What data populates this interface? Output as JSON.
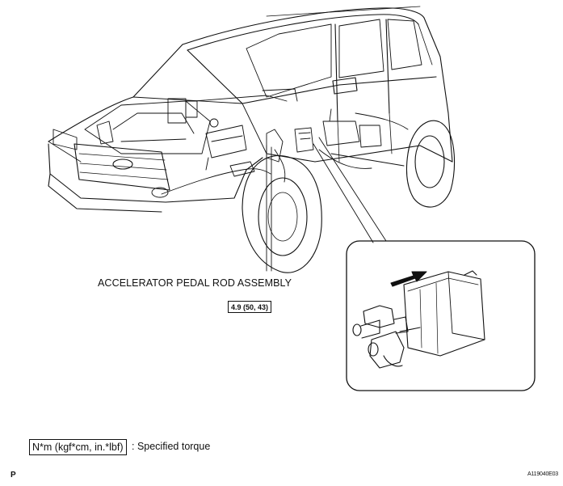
{
  "labels": {
    "part_name": "ACCELERATOR PEDAL ROD ASSEMBLY",
    "torque_value": "4.9 (50, 43)",
    "legend_unit": "N*m (kgf*cm, in.*lbf)",
    "legend_desc": ": Specified torque",
    "page_mark": "P",
    "figure_id": "A119040E03"
  }
}
